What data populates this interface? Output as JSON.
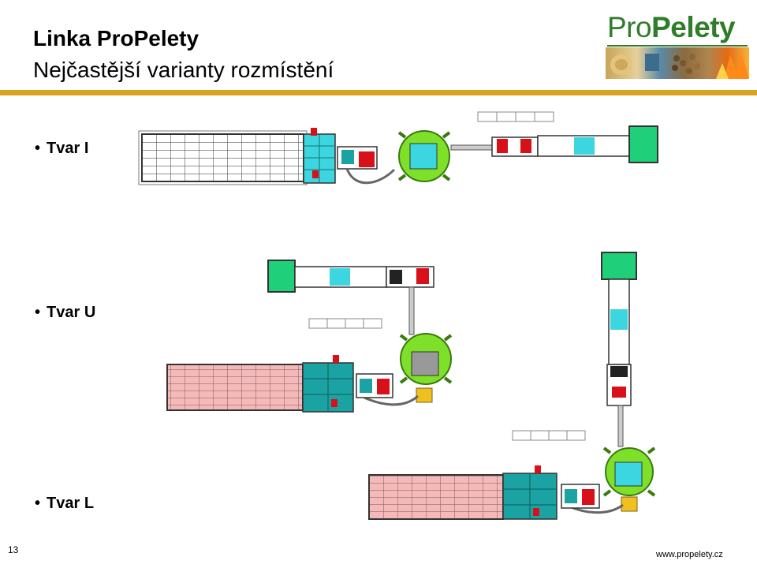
{
  "slide": {
    "title": "Linka ProPelety",
    "subtitle": "Nejčastější varianty rozmístění",
    "page_number": "13",
    "website": "www.propelety.cz"
  },
  "logo": {
    "part1": "Pro",
    "part2": "Pelety"
  },
  "bullets": [
    {
      "label": "Tvar I"
    },
    {
      "label": "Tvar U"
    },
    {
      "label": "Tvar L"
    }
  ],
  "colors": {
    "accent_rule": "#d8a31f",
    "logo_green": "#2f7d2a",
    "cyan": "#3cd6e0",
    "teal": "#1ba3a3",
    "pink": "#f3b8b8",
    "green": "#1fcf7a",
    "lime": "#7fe02a",
    "red": "#d8101a"
  }
}
